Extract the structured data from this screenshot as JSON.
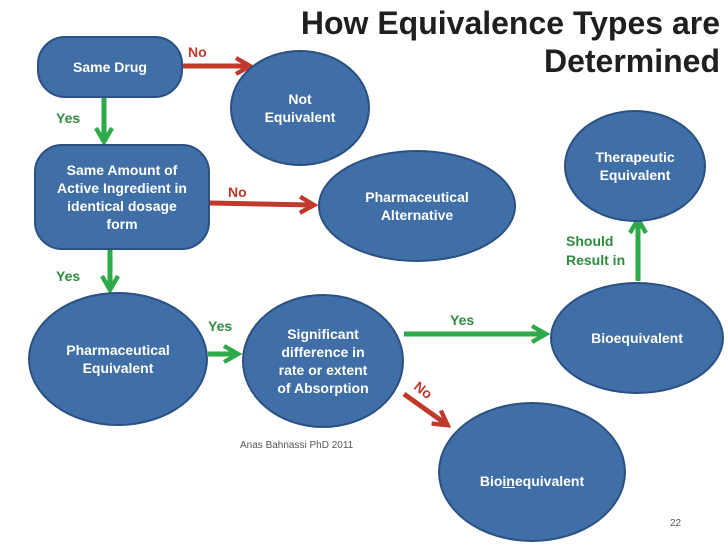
{
  "title": {
    "line1": "How Equivalence Types are",
    "line2": "Determined"
  },
  "nodes": {
    "same_drug": "Same Drug",
    "not_equivalent": "Not\nEquivalent",
    "same_amount": "Same Amount of\nActive Ingredient in\nidentical dosage\nform",
    "pharm_alternative": "Pharmaceutical\nAlternative",
    "therapeutic_equivalent": "Therapeutic\nEquivalent",
    "pharm_equivalent": "Pharmaceutical\nEquivalent",
    "significant_difference": "Significant\ndifference in\nrate or extent\nof Absorption",
    "bioequivalent": "Bioequivalent",
    "bioinequivalent": {
      "pre": "Bio",
      "mid": "in",
      "post": "equivalent"
    }
  },
  "labels": {
    "no1": "No",
    "yes1": "Yes",
    "no2": "No",
    "yes2": "Yes",
    "yes3": "Yes",
    "yes4": "Yes",
    "no3": "No",
    "should_result_in": "Should\nResult in"
  },
  "footer": {
    "author": "Anas Bahnassi PhD 2011",
    "page_number": "22"
  },
  "colors": {
    "node_fill": "#3f6fa6",
    "yes_arrow": "#2eaa4a",
    "no_arrow": "#c0392b"
  }
}
